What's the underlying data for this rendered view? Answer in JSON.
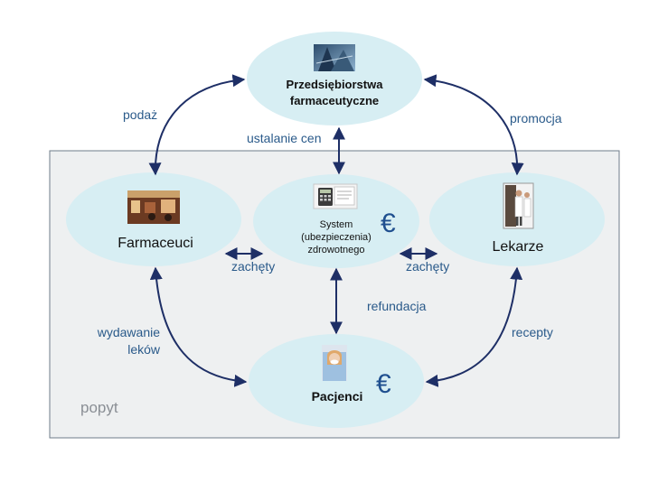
{
  "nodes": {
    "pharma": {
      "line1": "Przedsiębiorstwa",
      "line2": "farmaceutyczne",
      "icon": "building-icon"
    },
    "pharmacists": {
      "label": "Farmaceuci",
      "icon": "pharmacy-shop-icon"
    },
    "system": {
      "line1": "System",
      "line2": "(ubezpieczenia)",
      "line3": "zdrowotnego",
      "icon": "calculator-documents-icon",
      "currency": "€"
    },
    "doctors": {
      "label": "Lekarze",
      "icon": "doctors-icon"
    },
    "patients": {
      "label": "Pacjenci",
      "icon": "sick-patient-icon",
      "currency": "€"
    }
  },
  "edges": {
    "supply": "podaż",
    "promotion": "promocja",
    "pricing": "ustalanie cen",
    "incentives_left": "zachęty",
    "incentives_right": "zachęty",
    "reimbursement": "refundacja",
    "dispensing_line1": "wydawanie",
    "dispensing_line2": "leków",
    "prescriptions": "recepty"
  },
  "region": {
    "label": "popyt"
  },
  "colors": {
    "ellipse": "#d7eef3",
    "panel": "#eef0f1",
    "arrow": "#1e2f66",
    "label": "#2a5a8a",
    "euro": "#1f4f8f"
  }
}
